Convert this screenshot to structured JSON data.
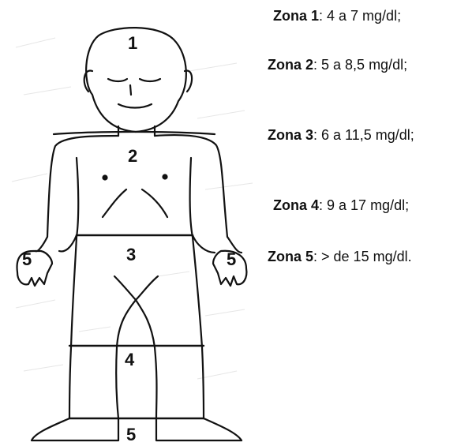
{
  "figure": {
    "zone_numbers": [
      "1",
      "2",
      "3",
      "4",
      "5",
      "5",
      "5"
    ]
  },
  "zones": [
    {
      "label": "Zona 1",
      "range": ": 4 a 7 mg/dl;"
    },
    {
      "label": "Zona 2",
      "range": ": 5 a 8,5 mg/dl;"
    },
    {
      "label": "Zona 3",
      "range": ": 6 a 11,5 mg/dl;"
    },
    {
      "label": "Zona 4",
      "range": ": 9 a 17 mg/dl;"
    },
    {
      "label": "Zona 5",
      "range": ": > de 15 mg/dl."
    }
  ],
  "colors": {
    "line": "#111111",
    "paper_noise": "#d8d8d8",
    "text": "#111111"
  }
}
